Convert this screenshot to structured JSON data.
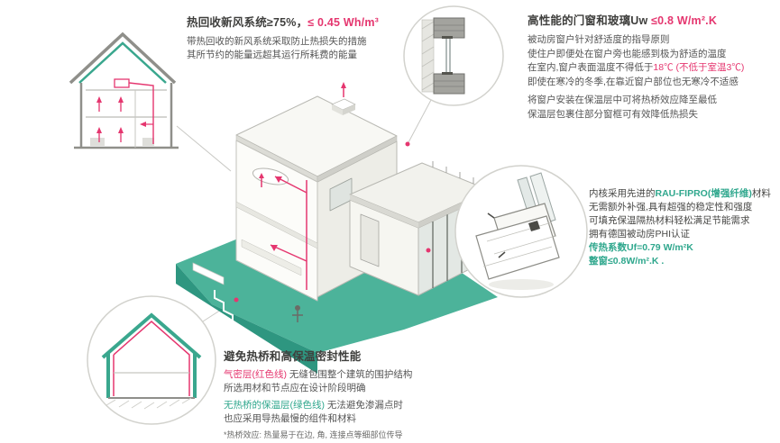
{
  "colors": {
    "teal_accent": "#2fa78d",
    "ground_teal": "#4cb39a",
    "accent_red": "#e5366f",
    "title_dark": "#3f3f3d",
    "body_gray": "#555555"
  },
  "hrv": {
    "title_main": "热回收新风系统≥75%，",
    "title_accent": "≤ 0.45 Wh/m³",
    "line1": "带热回收的新风系统采取防止热损失的措施",
    "line2": "其所节约的能量远超其运行所耗费的能量"
  },
  "windows": {
    "title_main": "高性能的门窗和玻璃Uw ",
    "title_accent": "≤0.8 W/m².K",
    "line1": "被动房窗户针对舒适度的指导原则",
    "line2": "使住户即便处在窗户旁也能感到极为舒适的温度",
    "line3_pre": "在室内,窗户表面温度不得低于",
    "line3_accent": "18℃ (不低于室温3℃)",
    "line4": "即使在寒冷的冬季,在靠近窗户部位也无寒冷不适感",
    "line5": "将窗户安装在保温层中可将热桥效应降至最低",
    "line6": "保温层包裹住部分窗框可有效降低热损失"
  },
  "profile": {
    "line1_pre": "内核采用先进的",
    "line1_brand": "RAU-FIPRO(增强纤维)",
    "line1_post": "材料",
    "line2": "无需额外补强,具有超强的稳定性和强度",
    "line3": "可填充保温隔热材料轻松满足节能需求",
    "line4": "拥有德国被动房PHI认证",
    "line5": "传热系数Uf=0.79 W/m²K",
    "line6": "整窗≤0.8W/m².K ."
  },
  "thermal": {
    "title": "避免热桥和高保温密封性能",
    "line1_label": "气密层(红色线)",
    "line1_rest": " 无缝包围整个建筑的围护结构",
    "line2": "所选用材和节点应在设计阶段明确",
    "line3_label": "无热桥的保温层(绿色线)",
    "line3_rest": " 无法避免渗漏点时",
    "line4": "也应采用导热最慢的组件和材料",
    "note": "*热桥效应: 热量易于在边, 角, 连接点等细部位传导"
  }
}
